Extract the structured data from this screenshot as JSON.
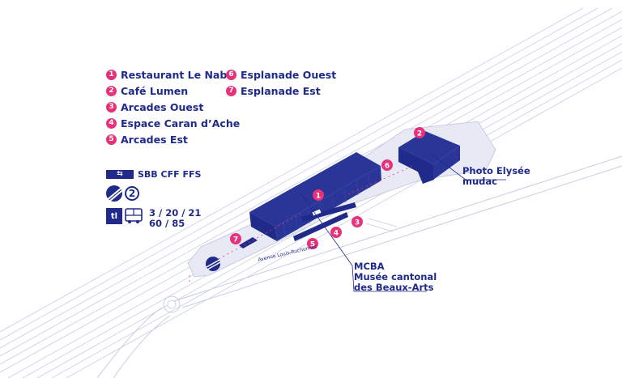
{
  "legend": {
    "items": [
      {
        "num": "1",
        "label": "Restaurant Le Nabi"
      },
      {
        "num": "2",
        "label": "Café Lumen"
      },
      {
        "num": "3",
        "label": "Arcades Ouest"
      },
      {
        "num": "4",
        "label": "Espace Caran d’Ache"
      },
      {
        "num": "5",
        "label": "Arcades Est"
      },
      {
        "num": "6",
        "label": "Esplanade Ouest"
      },
      {
        "num": "7",
        "label": "Esplanade Est"
      }
    ]
  },
  "transit": {
    "sbb_logo": "⇆",
    "sbb_label": "SBB CFF FFS",
    "metro_line": "2",
    "tl_logo": "tl",
    "bus_lines_1": "3 / 20 / 21",
    "bus_lines_2": "60 / 85"
  },
  "map_labels": {
    "photo_line1": "Photo Elysée",
    "photo_line2": "mudac",
    "mcba_line1": "MCBA",
    "mcba_line2": "Musée cantonal",
    "mcba_line3": "des Beaux-Arts",
    "road": "Avenue Louis-Ruchonnet"
  },
  "markers": [
    {
      "num": "1"
    },
    {
      "num": "2"
    },
    {
      "num": "3"
    },
    {
      "num": "4"
    },
    {
      "num": "5"
    },
    {
      "num": "6"
    },
    {
      "num": "7"
    }
  ],
  "colors": {
    "navy": "#1f2a8a",
    "pink": "#e8317a",
    "site_fill": "#e7eaf5",
    "line": "#c7cce3"
  }
}
